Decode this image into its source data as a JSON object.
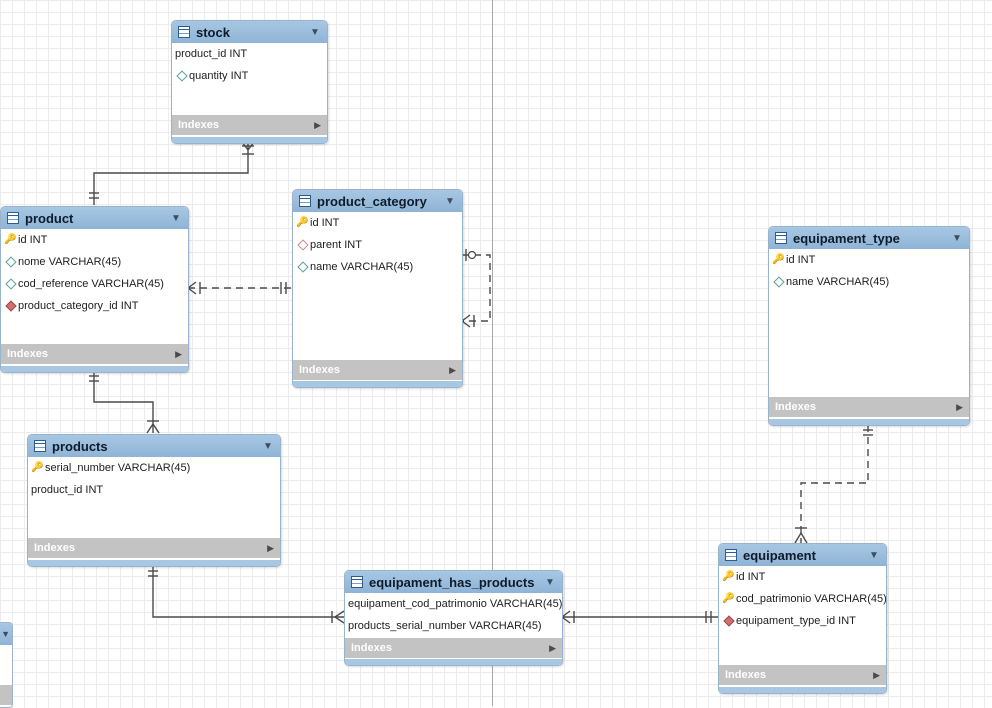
{
  "tables": {
    "stock": {
      "name": "stock",
      "columns": [
        {
          "text": "product_id INT",
          "icon": "none"
        },
        {
          "text": "quantity INT",
          "icon": "column-diamond-icon"
        }
      ],
      "indexes_label": "Indexes"
    },
    "product": {
      "name": "product",
      "columns": [
        {
          "text": "id INT",
          "icon": "primary-key-icon"
        },
        {
          "text": "nome VARCHAR(45)",
          "icon": "column-diamond-icon"
        },
        {
          "text": "cod_reference VARCHAR(45)",
          "icon": "column-diamond-icon"
        },
        {
          "text": "product_category_id INT",
          "icon": "foreign-key-diamond-icon"
        }
      ],
      "indexes_label": "Indexes"
    },
    "product_category": {
      "name": "product_category",
      "columns": [
        {
          "text": "id INT",
          "icon": "primary-key-icon"
        },
        {
          "text": "parent INT",
          "icon": "nullable-diamond-icon"
        },
        {
          "text": "name VARCHAR(45)",
          "icon": "column-diamond-icon"
        }
      ],
      "indexes_label": "Indexes"
    },
    "products": {
      "name": "products",
      "columns": [
        {
          "text": "serial_number VARCHAR(45)",
          "icon": "primary-key-icon"
        },
        {
          "text": "product_id INT",
          "icon": "none"
        }
      ],
      "indexes_label": "Indexes"
    },
    "equipament_type": {
      "name": "equipament_type",
      "columns": [
        {
          "text": "id INT",
          "icon": "primary-key-icon"
        },
        {
          "text": "name VARCHAR(45)",
          "icon": "column-diamond-icon"
        }
      ],
      "indexes_label": "Indexes"
    },
    "equipament": {
      "name": "equipament",
      "columns": [
        {
          "text": "id INT",
          "icon": "primary-key-icon"
        },
        {
          "text": "cod_patrimonio VARCHAR(45)",
          "icon": "primary-key-icon"
        },
        {
          "text": "equipament_type_id INT",
          "icon": "foreign-key-diamond-icon"
        }
      ],
      "indexes_label": "Indexes"
    },
    "equipament_has_products": {
      "name": "equipament_has_products",
      "columns": [
        {
          "text": "equipament_cod_patrimonio VARCHAR(45)",
          "icon": "none"
        },
        {
          "text": "products_serial_number VARCHAR(45)",
          "icon": "none"
        }
      ],
      "indexes_label": "Indexes"
    }
  },
  "colors": {
    "header": "#8fb4d6",
    "indexes_bar": "#c3c3c3",
    "border": "#9ab3cc",
    "grid": "#ececec"
  }
}
